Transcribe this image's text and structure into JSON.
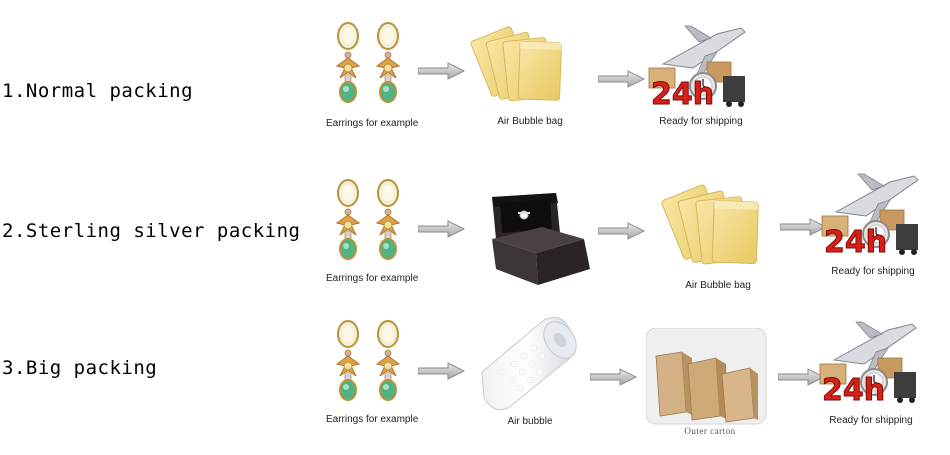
{
  "rows": [
    {
      "title": "1.Normal packing",
      "steps": [
        {
          "icon": "earrings-icon",
          "caption": "Earrings for example"
        },
        {
          "icon": "air-bubble-bag-icon",
          "caption": "Air Bubble bag"
        },
        {
          "icon": "shipping-24h-icon",
          "caption": "Ready for shipping"
        }
      ]
    },
    {
      "title": "2.Sterling silver packing",
      "steps": [
        {
          "icon": "earrings-icon",
          "caption": "Earrings for example"
        },
        {
          "icon": "gift-box-icon",
          "caption": ""
        },
        {
          "icon": "air-bubble-bag-icon",
          "caption": "Air Bubble bag"
        },
        {
          "icon": "shipping-24h-icon",
          "caption": "Ready for shipping"
        }
      ]
    },
    {
      "title": "3.Big packing",
      "steps": [
        {
          "icon": "earrings-icon",
          "caption": "Earrings for example"
        },
        {
          "icon": "air-bubble-roll-icon",
          "caption": "Air bubble"
        },
        {
          "icon": "outer-carton-icon",
          "caption": "Outer carton"
        },
        {
          "icon": "shipping-24h-icon",
          "caption": "Ready for shipping"
        }
      ]
    }
  ],
  "badge": {
    "text": "24h"
  },
  "colors": {
    "arrow": "#c8c8c8",
    "bag": "#f0d57a",
    "box": "#2a2424",
    "carton": "#c9a77a",
    "badge": "#d8201a"
  }
}
